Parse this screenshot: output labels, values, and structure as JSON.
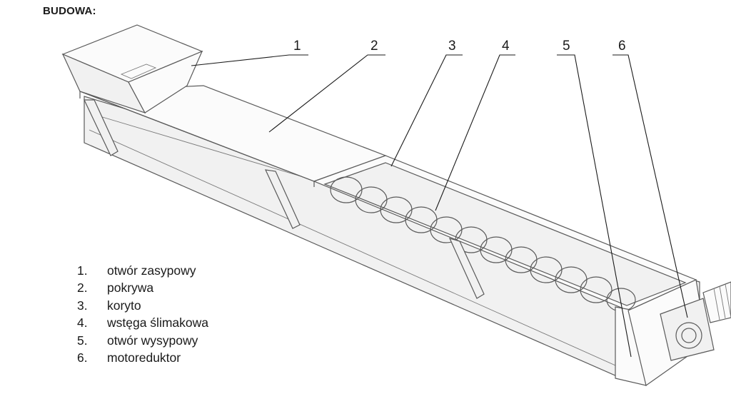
{
  "heading": "BUDOWA:",
  "callouts": [
    "1",
    "2",
    "3",
    "4",
    "5",
    "6"
  ],
  "legend": [
    {
      "num": "1.",
      "label": "otwór zasypowy"
    },
    {
      "num": "2.",
      "label": "pokrywa"
    },
    {
      "num": "3.",
      "label": "koryto"
    },
    {
      "num": "4.",
      "label": "wstęga ślimakowa"
    },
    {
      "num": "5.",
      "label": "otwór wysypowy"
    },
    {
      "num": "6.",
      "label": "motoreduktor"
    }
  ]
}
